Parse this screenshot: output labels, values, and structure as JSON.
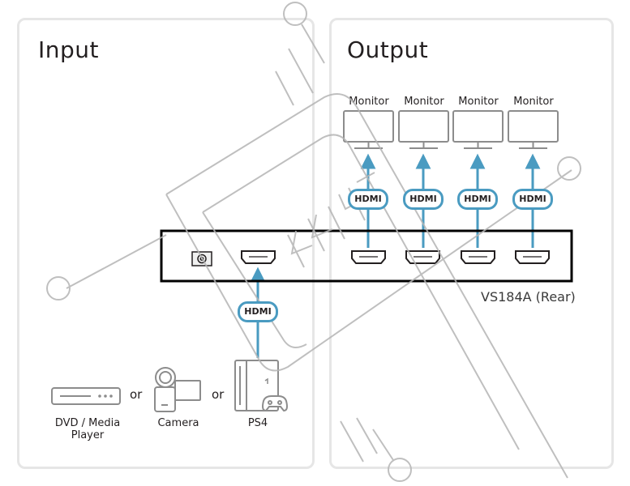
{
  "input_panel": {
    "title": "Input",
    "devices": [
      {
        "label": "DVD / Media Player",
        "icon": "dvd-player-icon"
      },
      {
        "label": "Camera",
        "icon": "camera-icon"
      },
      {
        "label": "PS4",
        "icon": "ps4-console-icon"
      }
    ],
    "separator": "or",
    "connection_label": "HDMI"
  },
  "output_panel": {
    "title": "Output",
    "monitors": [
      {
        "label": "Monitor"
      },
      {
        "label": "Monitor"
      },
      {
        "label": "Monitor"
      },
      {
        "label": "Monitor"
      }
    ],
    "connection_label": "HDMI"
  },
  "device": {
    "model_label": "VS184A (Rear)",
    "ports": [
      "power-port",
      "hdmi-in",
      "hdmi-out-1",
      "hdmi-out-2",
      "hdmi-out-3",
      "hdmi-out-4"
    ]
  },
  "colors": {
    "cable": "#4a9bc1",
    "device_outline": "#000000",
    "icon_gray": "#8c8c8c",
    "panel_border": "#e6e6e6",
    "watermark": "#b0b0b0"
  }
}
